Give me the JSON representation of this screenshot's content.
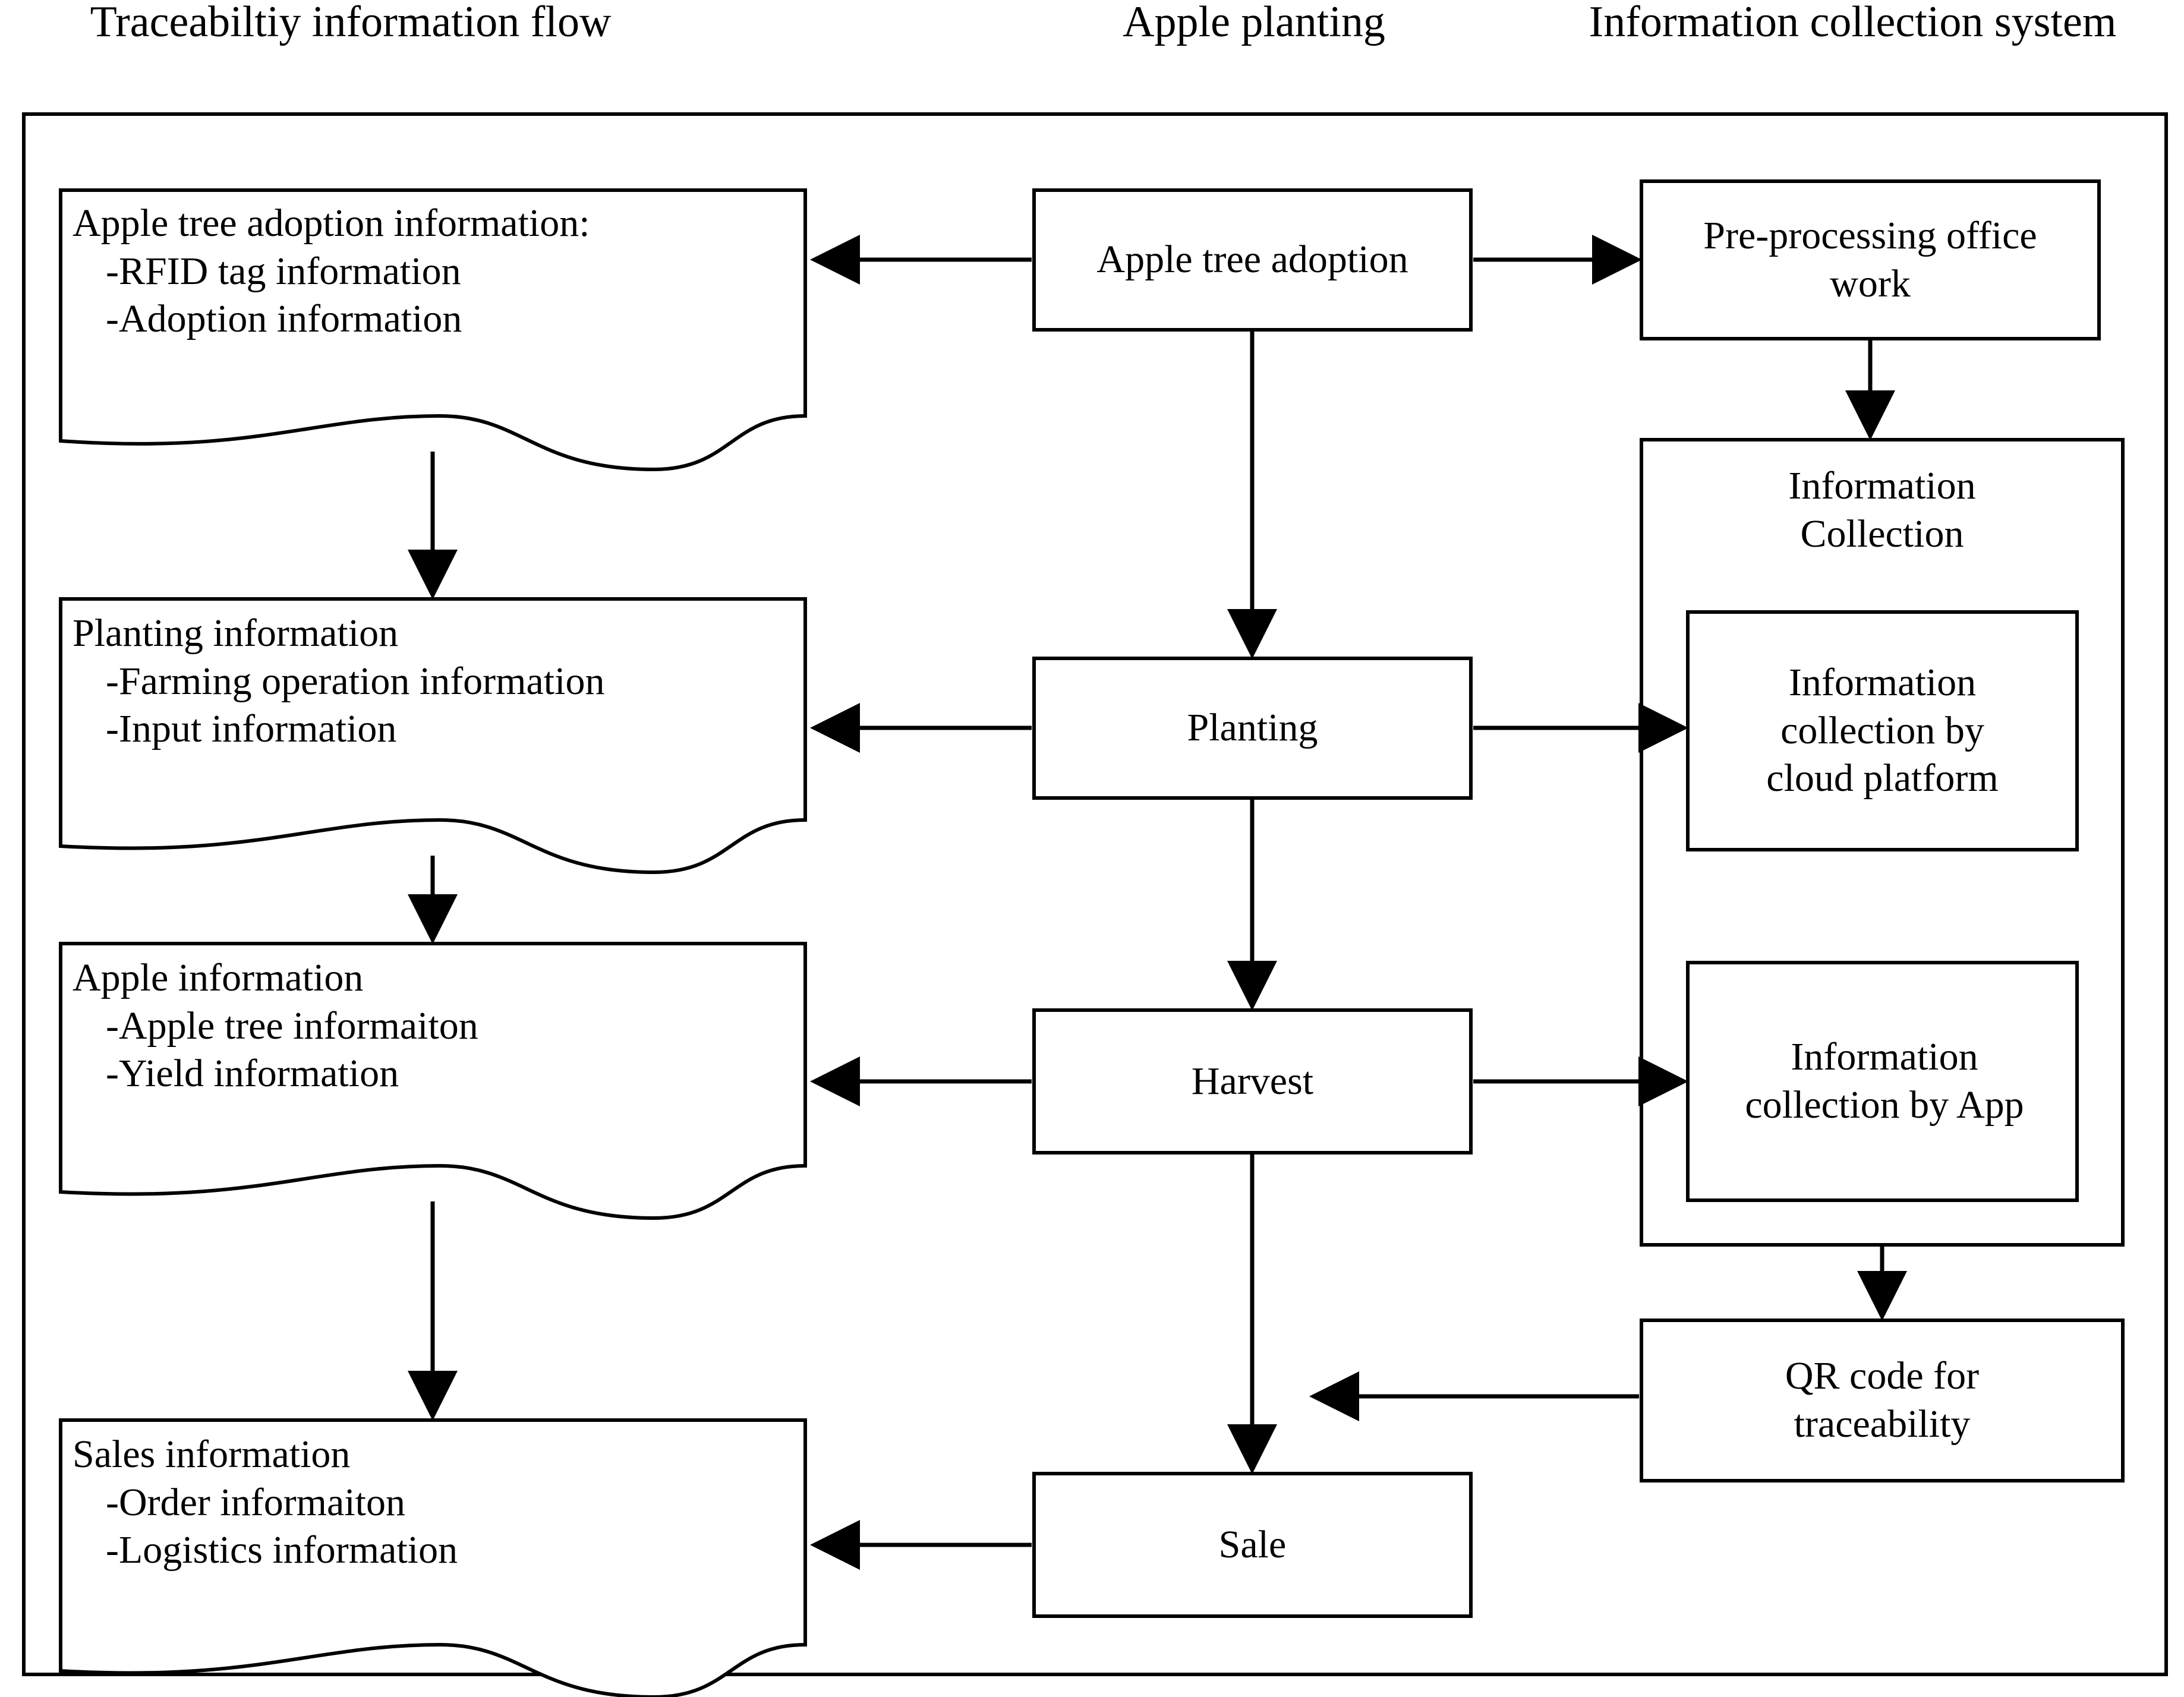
{
  "headers": [
    {
      "id": "traceability-flow",
      "label": "Traceabiltiy information flow"
    },
    {
      "id": "apple-planting",
      "label": "Apple planting"
    },
    {
      "id": "information-collection-system",
      "label": "Information collection system"
    }
  ],
  "colors": {
    "stroke": "#000000",
    "fill": "#ffffff",
    "text": "#000000"
  },
  "traceability_documents": [
    {
      "id": "apple-tree-adoption-information",
      "title": "Apple tree adoption information:",
      "items": [
        "-RFID tag information",
        "-Adoption information"
      ]
    },
    {
      "id": "planting-information",
      "title": "Planting information",
      "items": [
        "-Farming operation information",
        "-Input information"
      ]
    },
    {
      "id": "apple-information",
      "title": "Apple information",
      "items": [
        "-Apple tree informaiton",
        "-Yield information"
      ]
    },
    {
      "id": "sales-information",
      "title": "Sales information",
      "items": [
        "-Order informaiton",
        "-Logistics information"
      ]
    }
  ],
  "planting_stages": [
    {
      "id": "apple-tree-adoption",
      "label": "Apple tree adoption"
    },
    {
      "id": "planting",
      "label": "Planting"
    },
    {
      "id": "harvest",
      "label": "Harvest"
    },
    {
      "id": "sale",
      "label": "Sale"
    }
  ],
  "collection_system": {
    "pre_processing": {
      "id": "pre-processing-office-work",
      "lines": [
        "Pre-processing office",
        "work"
      ]
    },
    "group": {
      "id": "information-collection-group",
      "lines": [
        "Information",
        "Collection"
      ]
    },
    "group_children": [
      {
        "id": "information-collection-by-cloud-platform",
        "lines": [
          "Information",
          "collection by",
          "cloud platform"
        ]
      },
      {
        "id": "information-collection-by-app",
        "lines": [
          "Information",
          "collection by App"
        ]
      }
    ],
    "qr_code": {
      "id": "qr-code-for-traceability",
      "lines": [
        "QR code for",
        "traceability"
      ]
    }
  },
  "chart_data": {
    "type": "diagram",
    "title": "Apple traceability information flow diagram",
    "swimlanes": [
      "Traceabiltiy information flow",
      "Apple planting",
      "Information collection system"
    ],
    "nodes": [
      {
        "id": "apple-tree-adoption-information",
        "lane": 0,
        "shape": "document",
        "text": "Apple tree adoption information: -RFID tag information -Adoption information"
      },
      {
        "id": "planting-information",
        "lane": 0,
        "shape": "document",
        "text": "Planting information -Farming operation information -Input information"
      },
      {
        "id": "apple-information",
        "lane": 0,
        "shape": "document",
        "text": "Apple information -Apple tree informaiton -Yield information"
      },
      {
        "id": "sales-information",
        "lane": 0,
        "shape": "document",
        "text": "Sales information -Order informaiton -Logistics information"
      },
      {
        "id": "apple-tree-adoption",
        "lane": 1,
        "shape": "rect",
        "text": "Apple tree adoption"
      },
      {
        "id": "planting",
        "lane": 1,
        "shape": "rect",
        "text": "Planting"
      },
      {
        "id": "harvest",
        "lane": 1,
        "shape": "rect",
        "text": "Harvest"
      },
      {
        "id": "sale",
        "lane": 1,
        "shape": "rect",
        "text": "Sale"
      },
      {
        "id": "pre-processing-office-work",
        "lane": 2,
        "shape": "rect",
        "text": "Pre-processing office work"
      },
      {
        "id": "information-collection-group",
        "lane": 2,
        "shape": "rect-group",
        "text": "Information Collection"
      },
      {
        "id": "information-collection-by-cloud-platform",
        "lane": 2,
        "shape": "rect",
        "text": "Information collection by cloud platform"
      },
      {
        "id": "information-collection-by-app",
        "lane": 2,
        "shape": "rect",
        "text": "Information collection by App"
      },
      {
        "id": "qr-code-for-traceability",
        "lane": 2,
        "shape": "rect",
        "text": "QR code for traceability"
      }
    ],
    "edges": [
      {
        "from": "apple-tree-adoption",
        "to": "apple-tree-adoption-information",
        "dir": "left"
      },
      {
        "from": "apple-tree-adoption",
        "to": "pre-processing-office-work",
        "dir": "right"
      },
      {
        "from": "apple-tree-adoption",
        "to": "planting",
        "dir": "down"
      },
      {
        "from": "pre-processing-office-work",
        "to": "information-collection-group",
        "dir": "down"
      },
      {
        "from": "apple-tree-adoption-information",
        "to": "planting-information",
        "dir": "down"
      },
      {
        "from": "planting",
        "to": "planting-information",
        "dir": "left"
      },
      {
        "from": "planting",
        "to": "information-collection-by-cloud-platform",
        "dir": "right"
      },
      {
        "from": "planting",
        "to": "harvest",
        "dir": "down"
      },
      {
        "from": "planting-information",
        "to": "apple-information",
        "dir": "down"
      },
      {
        "from": "harvest",
        "to": "apple-information",
        "dir": "left"
      },
      {
        "from": "harvest",
        "to": "information-collection-by-app",
        "dir": "right"
      },
      {
        "from": "harvest",
        "to": "sale",
        "dir": "down"
      },
      {
        "from": "apple-information",
        "to": "sales-information",
        "dir": "down"
      },
      {
        "from": "information-collection-group",
        "to": "qr-code-for-traceability",
        "dir": "down"
      },
      {
        "from": "qr-code-for-traceability",
        "to": "sale",
        "dir": "left"
      },
      {
        "from": "sale",
        "to": "sales-information",
        "dir": "left"
      }
    ]
  }
}
